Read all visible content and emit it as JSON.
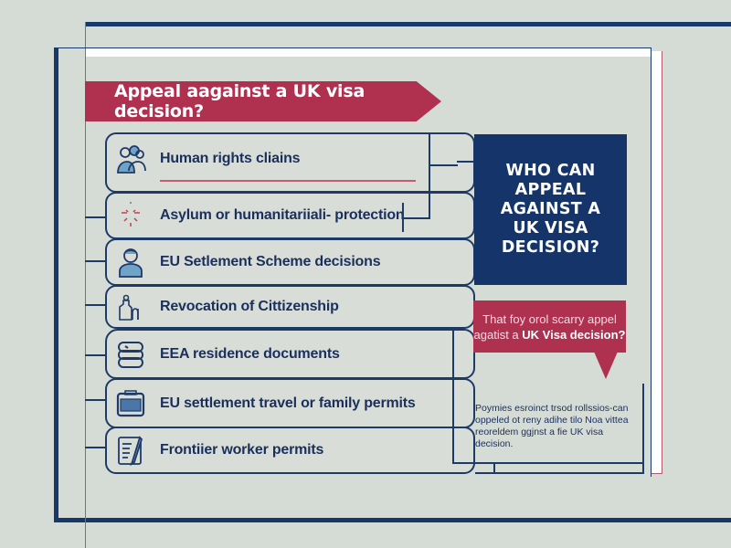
{
  "header": {
    "title": "Appeal aagainst a UK visa decision?"
  },
  "categories": [
    {
      "label": "Human rights cliains",
      "icon": "people-group-icon"
    },
    {
      "label": "Asylum or humanitariiali- protection",
      "icon": "sparkle-burst-icon"
    },
    {
      "label": "EU Setlement Scheme decisions",
      "icon": "person-icon"
    },
    {
      "label": "Revocation of Cittizenship",
      "icon": "family-icon"
    },
    {
      "label": "EEA residence documents",
      "icon": "document-stack-icon"
    },
    {
      "label": "EU settlement travel or family permits",
      "icon": "id-card-icon"
    },
    {
      "label": "Frontiier worker permits",
      "icon": "form-pen-icon"
    }
  ],
  "callout": {
    "heading": "WHO CAN\nAPPEAL\nAGAINST A\nUK VISA\nDECISION?"
  },
  "bubble": {
    "line1": "That foy orol scarry appel",
    "line2_prefix": "agatist a ",
    "line2_bold": "UK Visa decision?"
  },
  "note": {
    "text": "Poymies esroinct trsod rollssios-can oppeled ot reny adihe tilo Noa vittea reoreldem ggjnst a fie UK visa decision."
  },
  "colors": {
    "navy": "#14346a",
    "crimson": "#b0304f",
    "background": "#d5dcd5",
    "text": "#1b2f5c"
  }
}
